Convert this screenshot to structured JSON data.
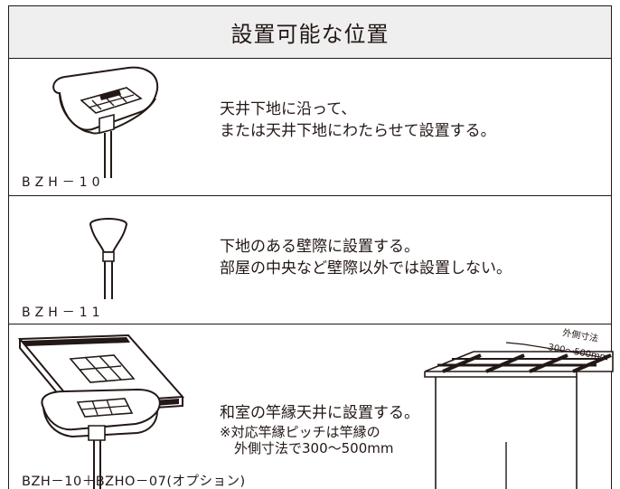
{
  "title": "設置可能な位置",
  "rows": [
    {
      "code": "BZH－10",
      "lines": [
        "天井下地に沿って、",
        "または天井下地にわたらせて設置する。"
      ]
    },
    {
      "code": "BZH－11",
      "lines": [
        "下地のある壁際に設置する。",
        "部屋の中央など壁際以外では設置しない。"
      ]
    },
    {
      "code": "BZH－10＋BZHO－07(オプション)",
      "lines": [
        "和室の竿縁天井に設置する。"
      ],
      "notes": [
        "※対応竿縁ピッチは竿縁の",
        "外側寸法で300～500mm"
      ],
      "dimension_label": "外側寸法",
      "dimension_value": "300～500mm"
    }
  ]
}
